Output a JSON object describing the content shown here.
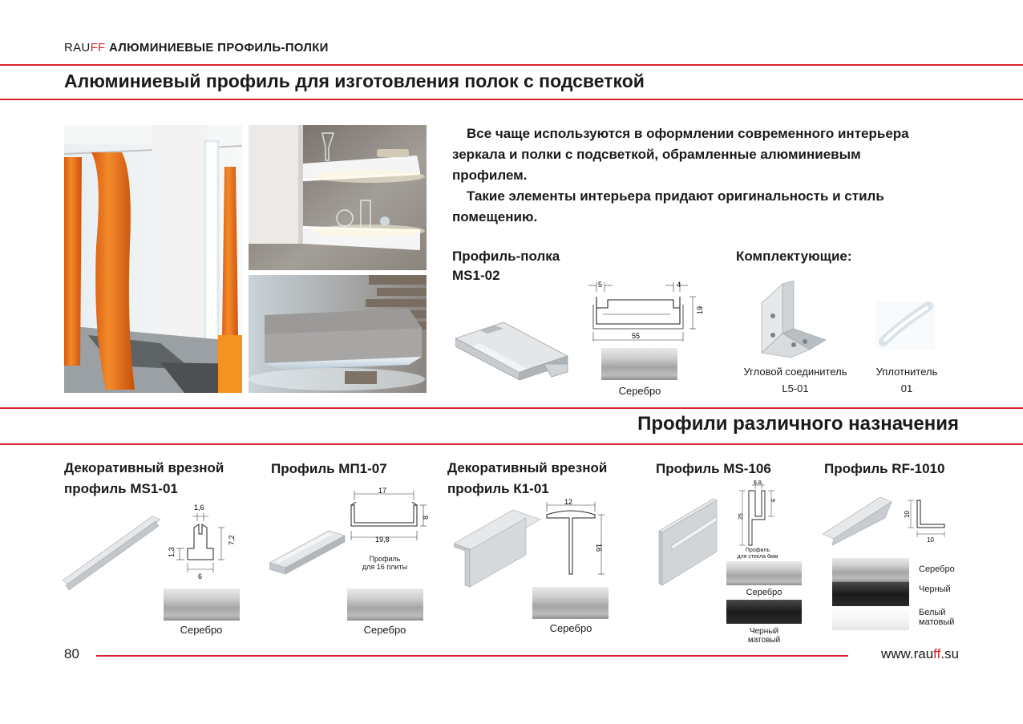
{
  "header": {
    "brand_prefix": "RAU",
    "brand_ff": "FF",
    "brand_title": "АЛЮМИНИЕВЫЕ ПРОФИЛЬ-ПОЛКИ",
    "main_title": "Алюминиевый профиль для изготовления полок с подсветкой"
  },
  "intro": {
    "p1": "Все чаще используются в оформлении современного интерьера зеркала и полки с подсветкой, обрамленные алюминиевым профилем.",
    "p2": "Такие элементы интерьера придают оригинальность и стиль помещению."
  },
  "shelf_profile": {
    "title_line1": "Профиль-полка",
    "title_line2": "MS1-02",
    "dims": [
      "5",
      "4",
      "19",
      "55"
    ],
    "finish": "Серебро"
  },
  "accessories": {
    "title": "Комплектующие:",
    "items": [
      {
        "name": "Угловой соединитель",
        "code": "L5-01"
      },
      {
        "name": "Уплотнитель",
        "code": "01"
      }
    ]
  },
  "section2_title": "Профили различного назначения",
  "products": [
    {
      "title_line1": "Декоративный врезной",
      "title_line2": "профиль MS1-01",
      "dims": [
        "1,6",
        "7,2",
        "1,3",
        "6"
      ],
      "finishes": [
        "Серебро"
      ]
    },
    {
      "title_line1": "Профиль МП1-07",
      "title_line2": "",
      "dims": [
        "17",
        "8",
        "19,8"
      ],
      "note_line1": "Профиль",
      "note_line2": "для 16 плиты",
      "finishes": [
        "Серебро"
      ]
    },
    {
      "title_line1": "Декоративный врезной",
      "title_line2": "профиль К1-01",
      "dims": [
        "12",
        "16"
      ],
      "finishes": [
        "Серебро"
      ]
    },
    {
      "title_line1": "Профиль MS-106",
      "title_line2": "",
      "dims": [
        "6,8",
        "9",
        "25"
      ],
      "note_line1": "Профиль",
      "note_line2": "для стекла 6мм",
      "finishes": [
        "Серебро",
        "Черный матовый"
      ]
    },
    {
      "title_line1": "Профиль RF-1010",
      "title_line2": "",
      "dims": [
        "10",
        "10"
      ],
      "finishes": [
        "Серебро",
        "Черный",
        "Белый матовый"
      ]
    }
  ],
  "footer": {
    "page_number": "80",
    "site_prefix": "www.rau",
    "site_ff": "ff",
    "site_suffix": ".su"
  },
  "colors": {
    "accent": "#d8242d",
    "curtain": "#f07a1f"
  }
}
